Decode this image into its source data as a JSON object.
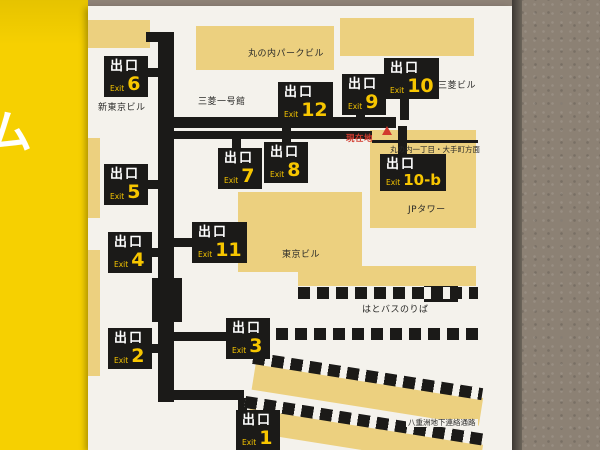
{
  "panel": {
    "partial_text": "ム"
  },
  "badge": {
    "jp": "出口",
    "en": "Exit"
  },
  "exits": [
    {
      "id": "exit-6",
      "num": "6"
    },
    {
      "id": "exit-12",
      "num": "12"
    },
    {
      "id": "exit-9",
      "num": "9"
    },
    {
      "id": "exit-10",
      "num": "10"
    },
    {
      "id": "exit-5",
      "num": "5"
    },
    {
      "id": "exit-7",
      "num": "7"
    },
    {
      "id": "exit-8",
      "num": "8"
    },
    {
      "id": "exit-10b",
      "num": "10-b"
    },
    {
      "id": "exit-4",
      "num": "4"
    },
    {
      "id": "exit-11",
      "num": "11"
    },
    {
      "id": "exit-2",
      "num": "2"
    },
    {
      "id": "exit-3",
      "num": "3"
    },
    {
      "id": "exit-1",
      "num": "1"
    }
  ],
  "buildings": {
    "marunouchi_park": "丸の内パークビル",
    "mitsubishi_ichigokan": "三菱一号館",
    "shin_tokyo": "新東京ビル",
    "mitsubishi": "三菱ビル",
    "jp_tower": "JPタワー",
    "tokyo": "東京ビル",
    "hato_bus": "はとバスのりば",
    "yaesu_passage": "八重洲地下連絡通路"
  },
  "markers": {
    "current_location": "現在地",
    "direction": "丸の内一丁目・大手町方面"
  },
  "colors": {
    "sign_yellow": "#f6d001",
    "building_tan": "#ecd07f",
    "path_black": "#1b1a18",
    "badge_yellow": "#f7c600",
    "current_red": "#d23a2e"
  }
}
